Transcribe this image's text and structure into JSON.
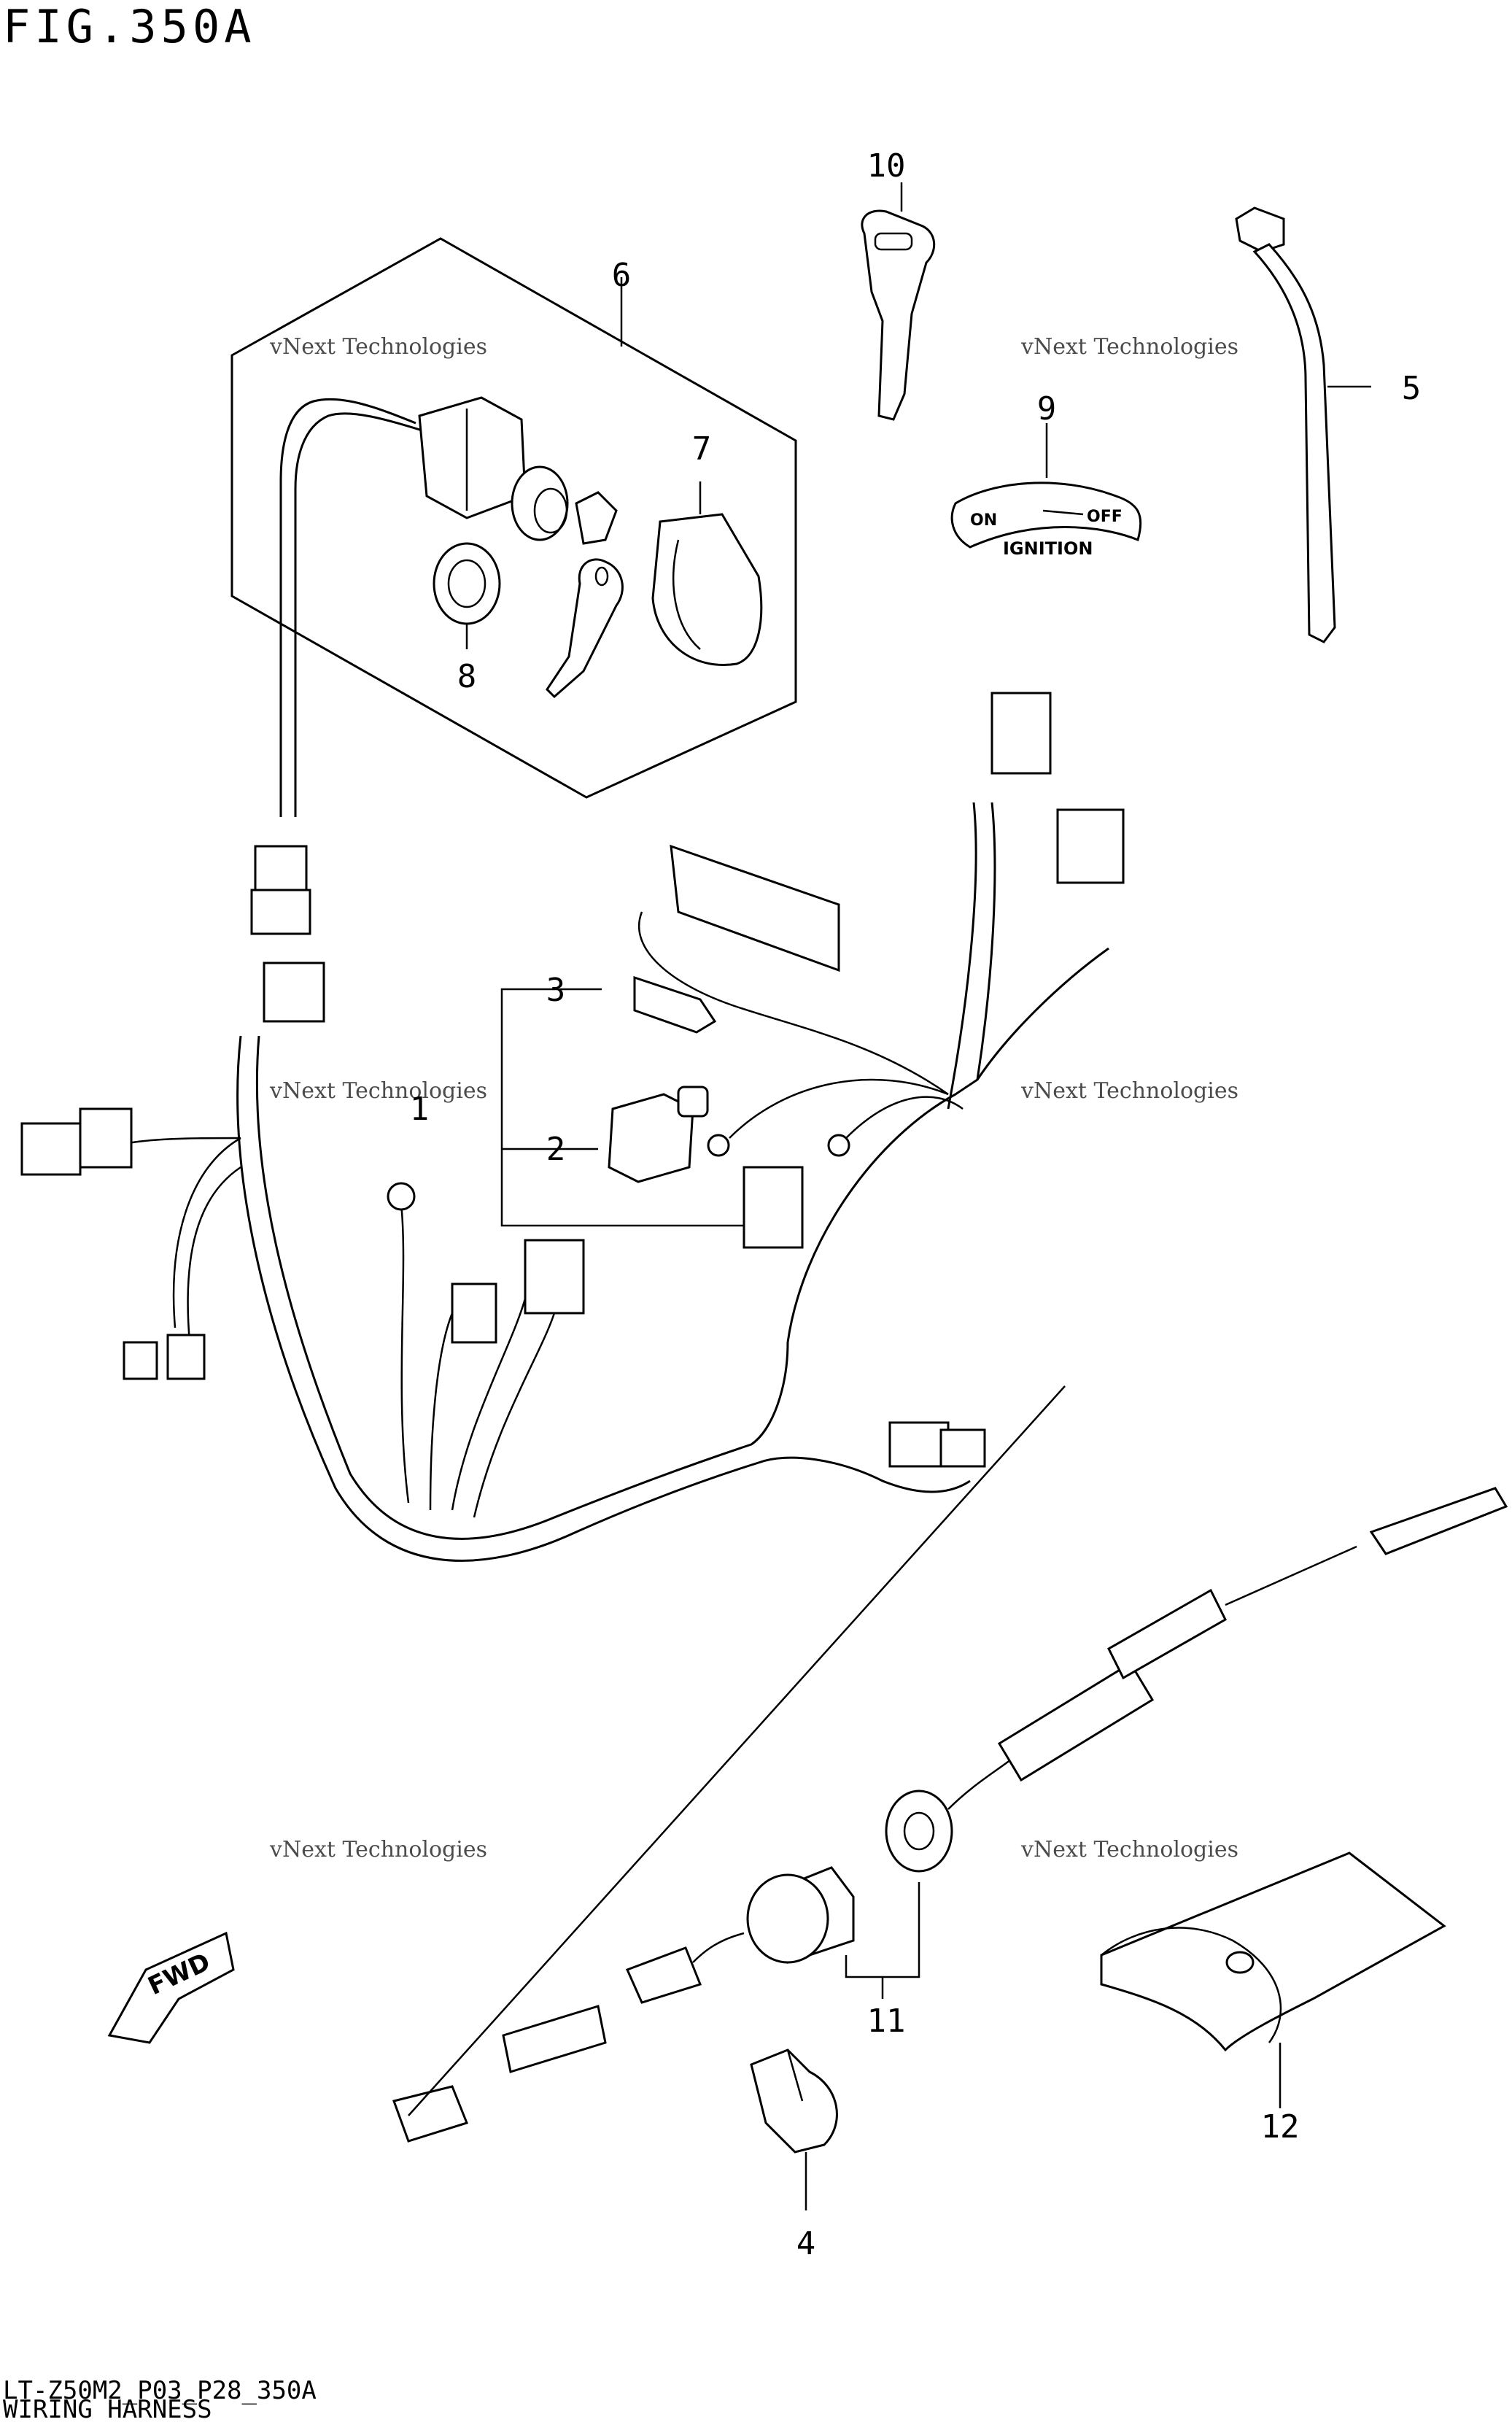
{
  "header": {
    "figure_id": "FIG.350A"
  },
  "footer": {
    "drawing_code": "LT-Z50M2_P03_P28_350A",
    "section_title": "WIRING HARNESS"
  },
  "callouts": [
    {
      "key": "harness",
      "label": "1"
    },
    {
      "key": "fuse-holder",
      "label": "2"
    },
    {
      "key": "fuse",
      "label": "3"
    },
    {
      "key": "clamp",
      "label": "4"
    },
    {
      "key": "cable-tie",
      "label": "5"
    },
    {
      "key": "ignition-switch-assy",
      "label": "6"
    },
    {
      "key": "switch-cap",
      "label": "7"
    },
    {
      "key": "nut",
      "label": "8"
    },
    {
      "key": "ignition-plate",
      "label": "9"
    },
    {
      "key": "key",
      "label": "10"
    },
    {
      "key": "stop-switch",
      "label": "11"
    },
    {
      "key": "cover",
      "label": "12"
    }
  ],
  "ignition_plate_text": {
    "on": "ON",
    "off": "OFF",
    "ignition": "IGNITION"
  },
  "direction_arrow": {
    "label": "FWD"
  },
  "watermark": {
    "line1": "vNext Technologies",
    "line2": "vNext\nTechnologies"
  }
}
